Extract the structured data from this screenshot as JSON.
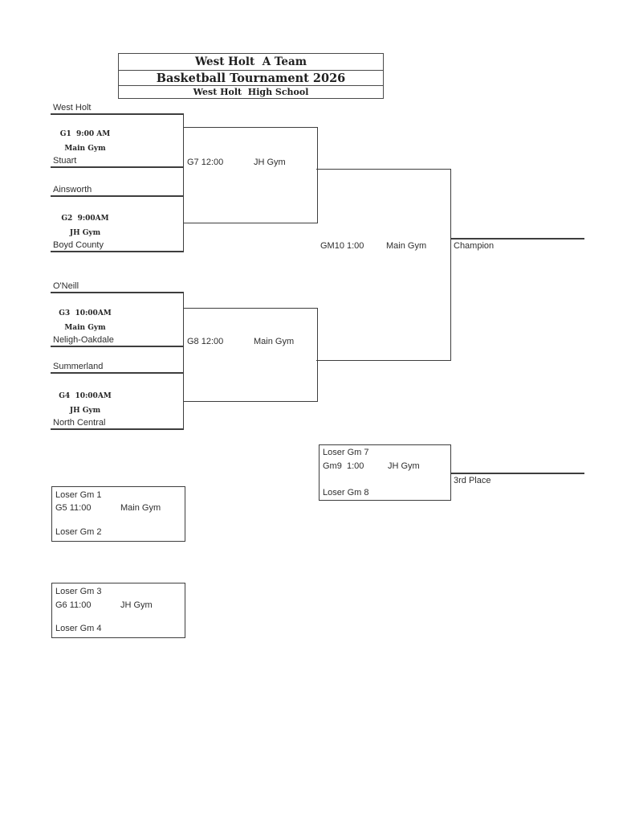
{
  "title": {
    "line1": "West Holt  A Team",
    "line2": "Basketball Tournament 2026",
    "line3": "West Holt  High School"
  },
  "round1": [
    {
      "team_top": "West Holt",
      "game": "G1  9:00 AM",
      "gym": "Main Gym",
      "team_bottom": "Stuart"
    },
    {
      "team_top": "Ainsworth",
      "game": "G2  9:00AM",
      "gym": "JH Gym",
      "team_bottom": "Boyd County"
    },
    {
      "team_top": "O'Neill",
      "game": "G3  10:00AM",
      "gym": "Main Gym",
      "team_bottom": "Neligh-Oakdale"
    },
    {
      "team_top": "Summerland",
      "game": "G4  10:00AM",
      "gym": "JH Gym",
      "team_bottom": "North Central"
    }
  ],
  "semifinals": [
    {
      "game": "G7 12:00",
      "gym": "JH Gym"
    },
    {
      "game": "G8 12:00",
      "gym": "Main Gym"
    }
  ],
  "final": {
    "game": "GM10 1:00",
    "gym": "Main Gym",
    "winner_label": "Champion"
  },
  "third_place_game": {
    "slot_top": "Loser Gm 7",
    "game": "Gm9  1:00",
    "gym": "JH Gym",
    "slot_bottom": "Loser Gm 8",
    "winner_label": "3rd Place"
  },
  "consolation": [
    {
      "slot_top": "Loser Gm 1",
      "game": "G5 11:00",
      "gym": "Main Gym",
      "slot_bottom": "Loser Gm 2"
    },
    {
      "slot_top": "Loser Gm 3",
      "game": "G6 11:00",
      "gym": "JH Gym",
      "slot_bottom": "Loser Gm 4"
    }
  ],
  "colors": {
    "line": "#3e3e3e",
    "text": "#2e2e2e",
    "background": "#ffffff"
  }
}
